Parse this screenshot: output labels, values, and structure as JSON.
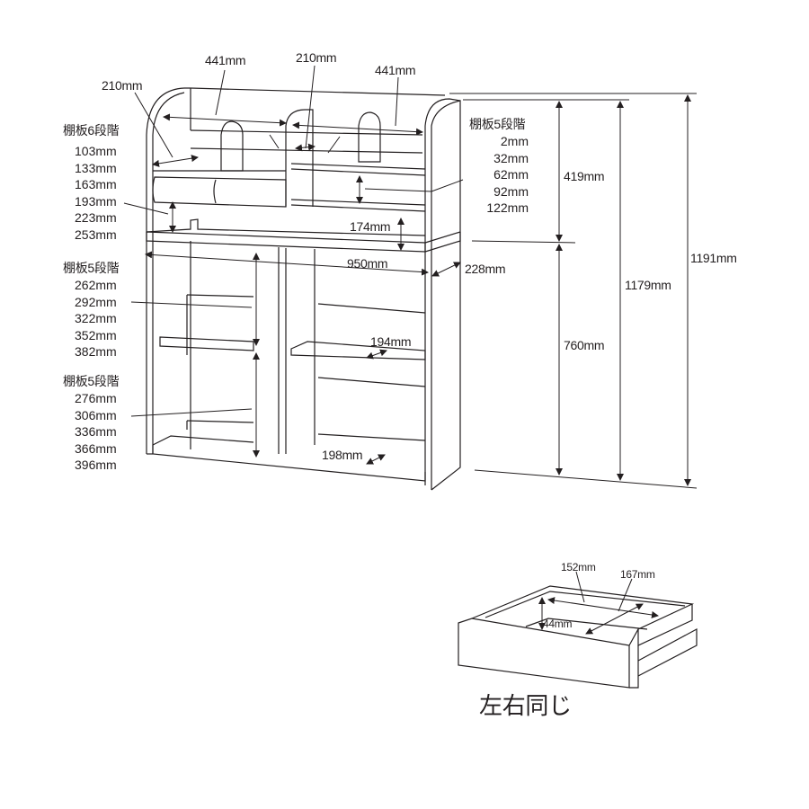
{
  "shelf_unit": {
    "top_width_left": "441mm",
    "top_center_depth": "210mm",
    "top_width_right": "441mm",
    "top_side_depth": "210mm",
    "upper_left_shelf": {
      "title": "棚板6段階",
      "values": [
        "103mm",
        "133mm",
        "163mm",
        "193mm",
        "223mm",
        "253mm"
      ]
    },
    "upper_right_shelf": {
      "title": "棚板5段階",
      "values": [
        "2mm",
        "32mm",
        "62mm",
        "92mm",
        "122mm"
      ]
    },
    "middle_shelf": {
      "title": "棚板5段階",
      "values": [
        "262mm",
        "292mm",
        "322mm",
        "352mm",
        "382mm"
      ]
    },
    "lower_shelf": {
      "title": "棚板5段階",
      "values": [
        "276mm",
        "306mm",
        "336mm",
        "366mm",
        "396mm"
      ]
    },
    "hutch_clearance": "174mm",
    "total_width": "950mm",
    "desk_depth": "228mm",
    "hutch_height": "419mm",
    "base_height": "760mm",
    "height_inner": "1179mm",
    "height_total": "1191mm",
    "middle_shelf_depth": "194mm",
    "bottom_shelf_depth": "198mm"
  },
  "drawer": {
    "width": "152mm",
    "depth": "167mm",
    "height": "44mm",
    "note": "左右同じ"
  }
}
